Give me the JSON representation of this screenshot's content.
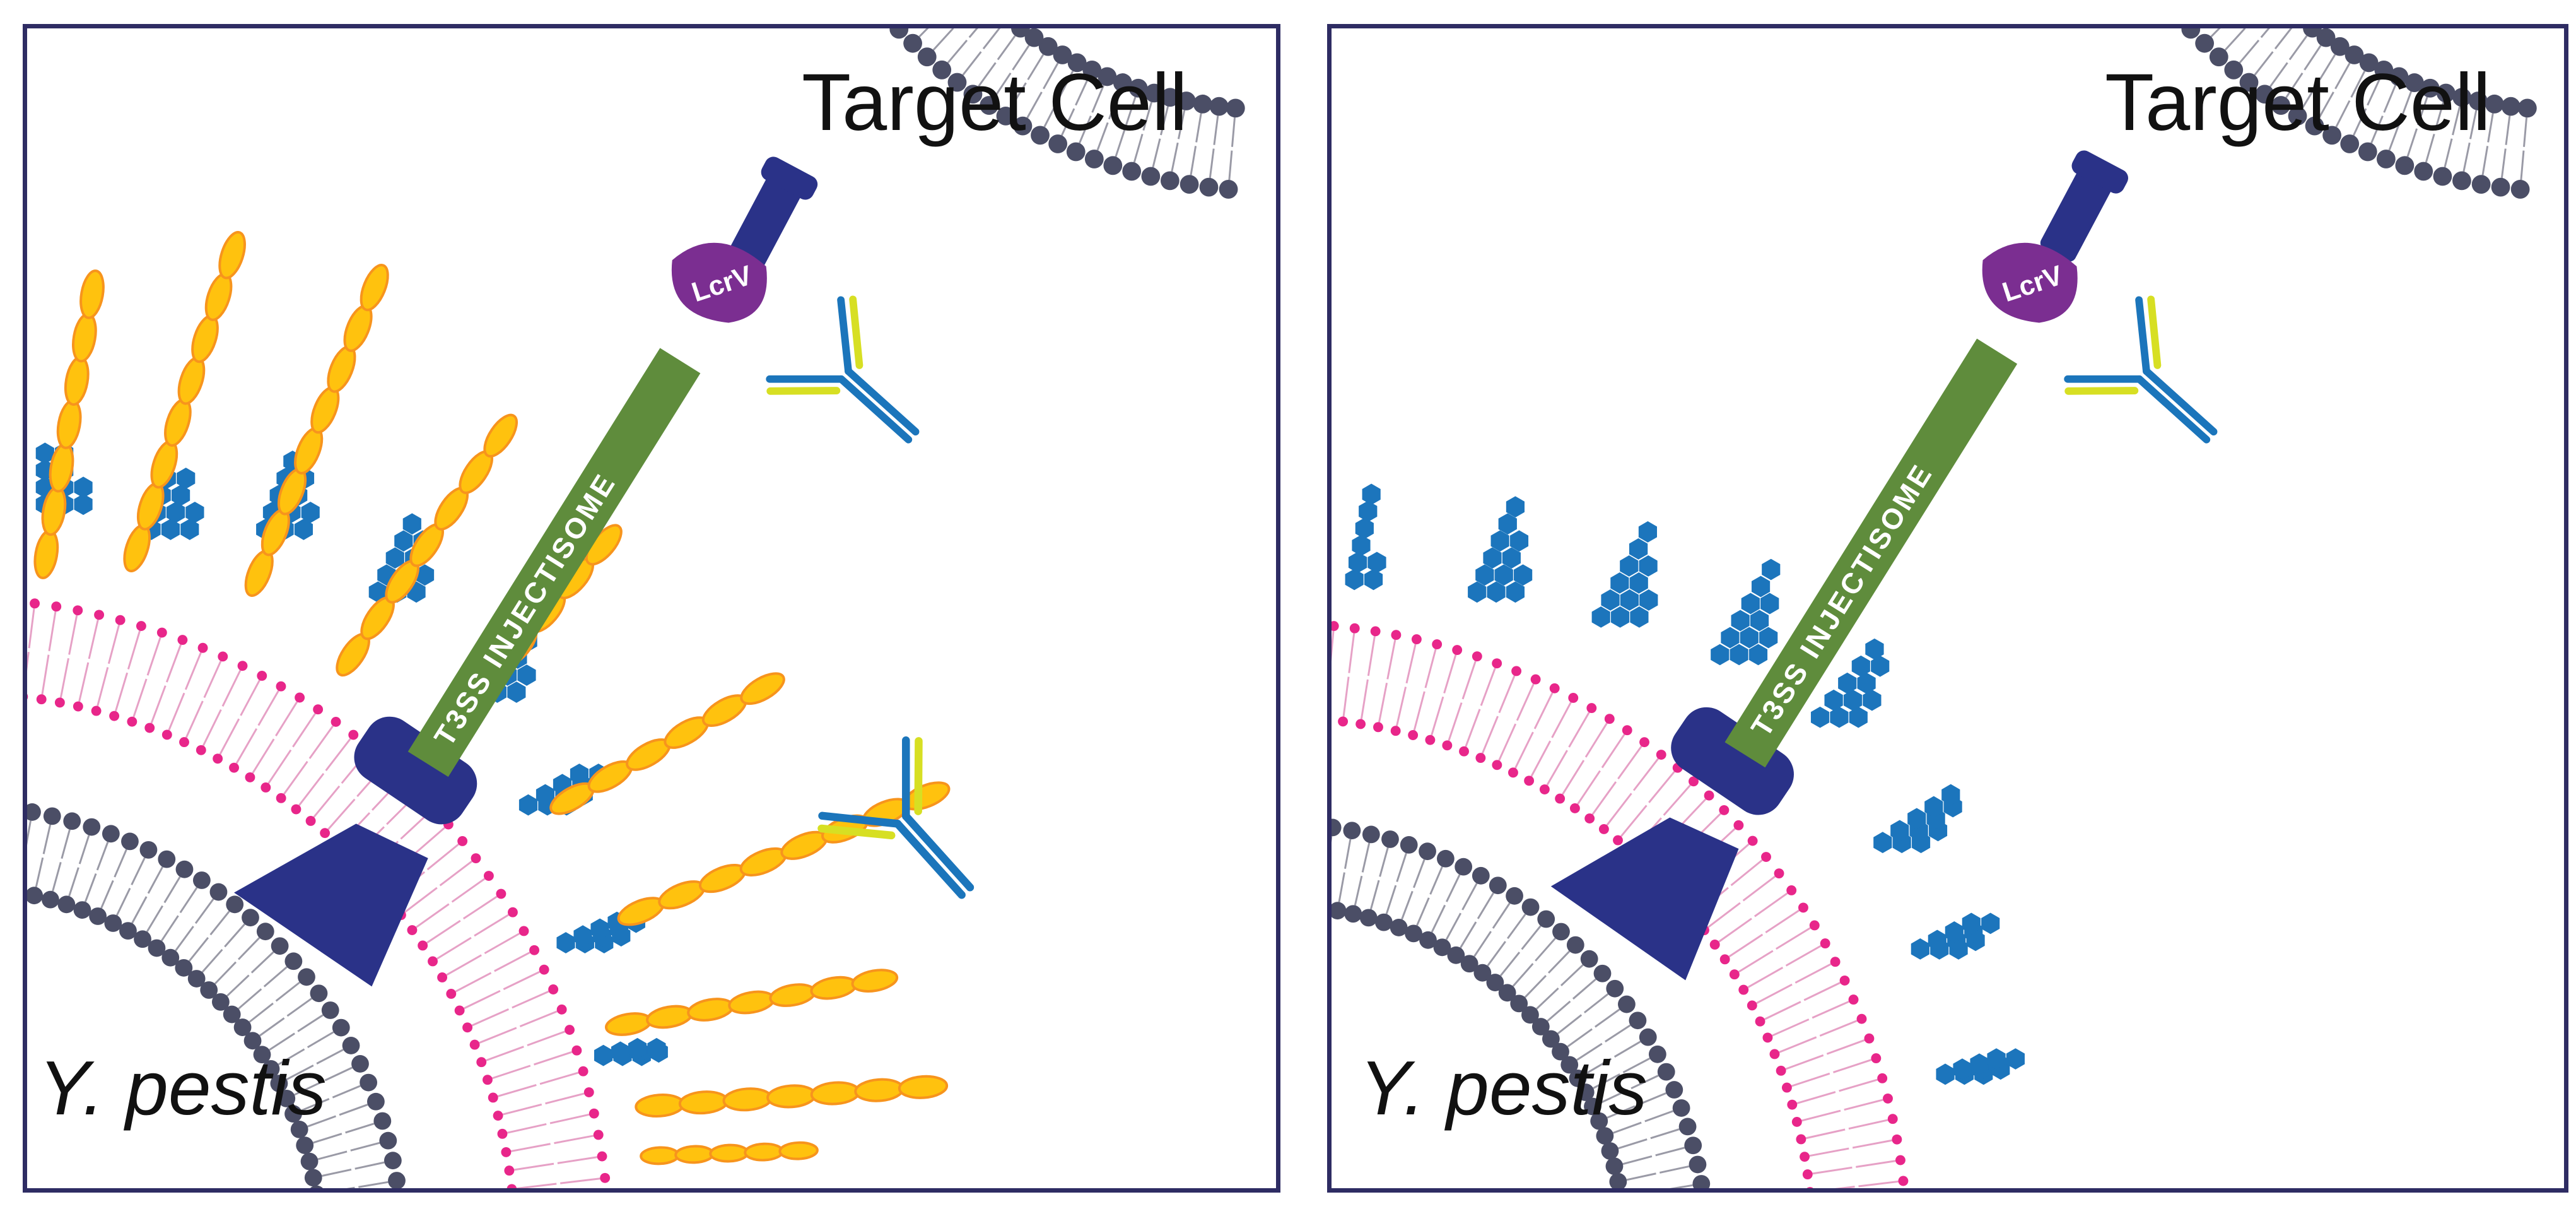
{
  "panels": [
    {
      "target_label": "Target Cell",
      "bacterium_label": "Y. pestis",
      "injectisome_label": "T3SS INJECTISOME",
      "tip_protein_label": "LcrV",
      "has_capsule_fibers": true
    },
    {
      "target_label": "Target Cell",
      "bacterium_label": "Y. pestis",
      "injectisome_label": "T3SS INJECTISOME",
      "tip_protein_label": "LcrV",
      "has_capsule_fibers": false
    }
  ],
  "colors": {
    "membrane_head_gray": "#4b4e66",
    "membrane_tail_gray": "#9a9aa6",
    "membrane_head_pink": "#e8268a",
    "injectisome_base": "#2a3288",
    "injectisome_needle": "#5f8c3c",
    "lcrv": "#7b2e91",
    "antibody_blue": "#1b75bb",
    "antibody_yellow": "#d7df23",
    "lps_hexagon": "#1c75bc",
    "capsule_fiber_fill": "#ffc20e",
    "capsule_fiber_stroke": "#f7941d",
    "border": "#2e2c63"
  }
}
